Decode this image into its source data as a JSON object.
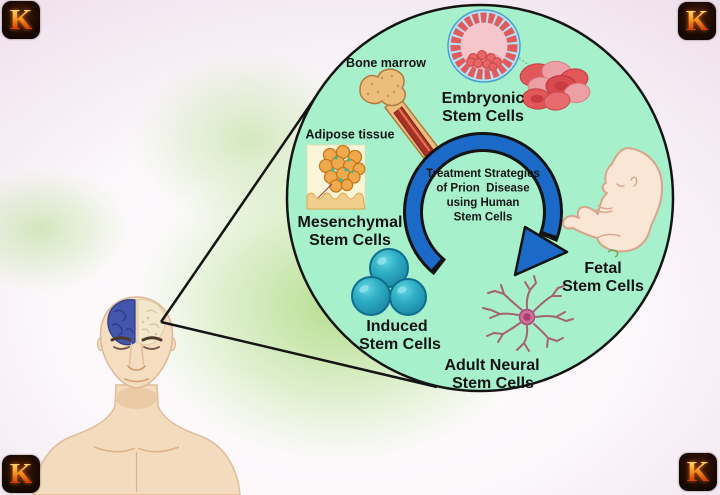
{
  "watermark": {
    "letter": "K"
  },
  "labels": {
    "bone_marrow": "Bone marrow",
    "adipose_tissue": "Adipose tissue",
    "embryonic": [
      "Embryonic",
      "Stem Cells"
    ],
    "mesenchymal": [
      "Mesenchymal",
      "Stem Cells"
    ],
    "induced": [
      "Induced",
      "Stem Cells"
    ],
    "fetal": [
      "Fetal",
      "Stem Cells"
    ],
    "adult_neural": [
      "Adult Neural",
      "Stem Cells"
    ],
    "center_message": [
      "Treatment Strategies",
      "of Prion  Disease",
      "using Human",
      "Stem Cells"
    ]
  },
  "colors": {
    "circle_fill": "#A6F1CC",
    "outline": "#141414",
    "arrow_blue": "#1B6AC8",
    "glow_green": "#97D061",
    "background_pink": "#EFDFEC",
    "sphere_teal": "#2BAEC5",
    "blood_cell_red": "#E2575A",
    "neuron_rose": "#A5636F",
    "bone_tan": "#EBBE7E",
    "marrow_red": "#A83227",
    "skin": "#F3DCBD",
    "brain_blue": "#4455AC"
  }
}
